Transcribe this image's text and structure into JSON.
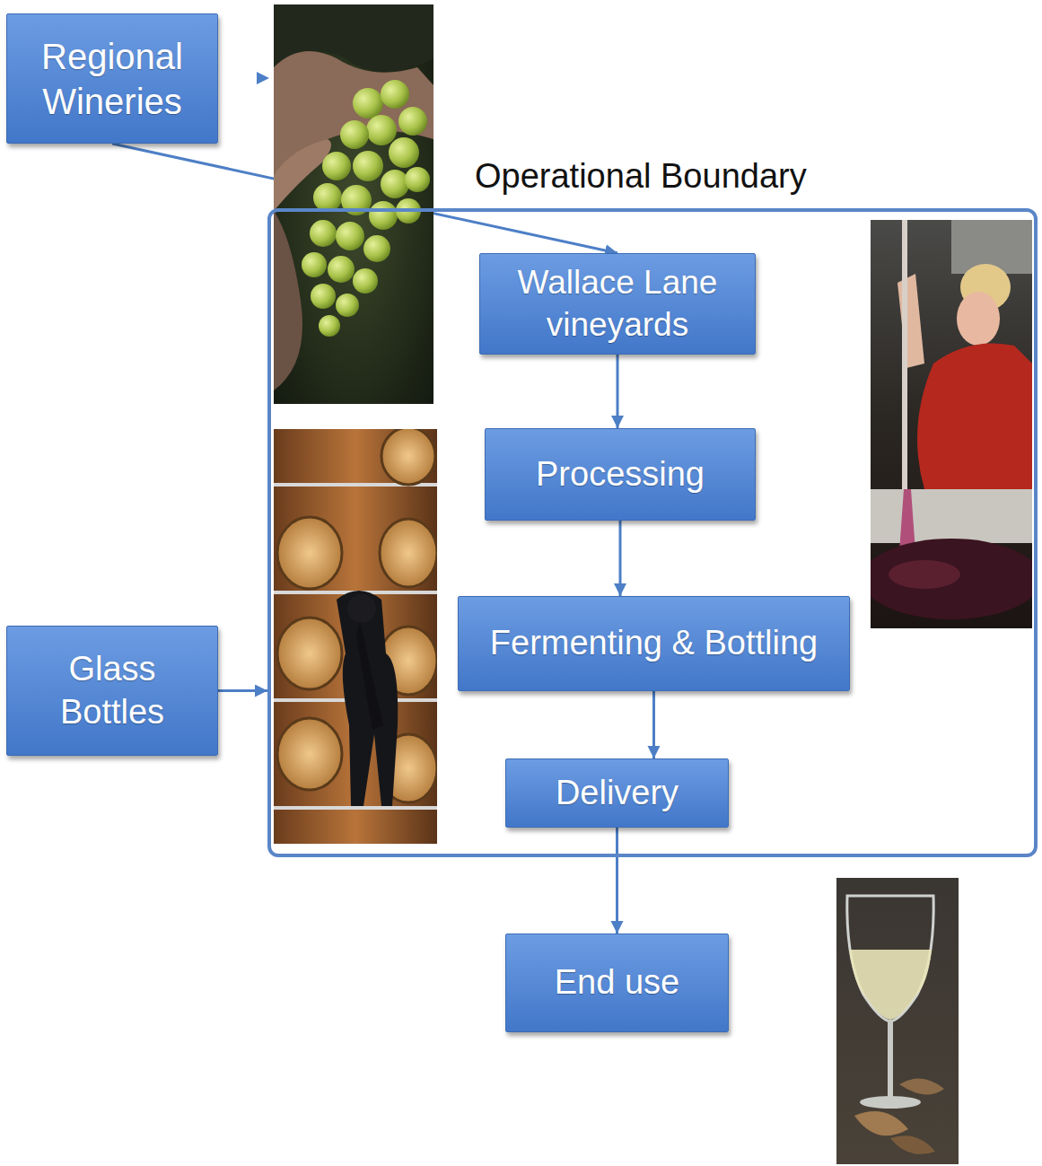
{
  "diagram": {
    "nodes": [
      {
        "text": [
          "Regional Wineries"
        ]
      },
      {
        "text": [
          "Operational Boundary"
        ]
      },
      {
        "text": [
          "Wallace Lane vineyards"
        ],
        "in": 1
      },
      {
        "text": [
          "Processing"
        ],
        "in": 1
      },
      {
        "text": [
          "Fermenting & Bottling"
        ],
        "in": 1
      },
      {
        "text": [
          "Delivery"
        ],
        "in": 1
      },
      {
        "text": [
          "Glass Bottles"
        ]
      },
      {
        "text": [
          "End use"
        ]
      }
    ],
    "edges": [
      {
        "from": 0,
        "to": 2,
        "arrow": "to"
      },
      {
        "from": 2,
        "to": 3,
        "arrow": "to"
      },
      {
        "from": 3,
        "to": 4,
        "arrow": "to"
      },
      {
        "from": 4,
        "to": 5,
        "arrow": "to"
      },
      {
        "from": 5,
        "to": 7,
        "arrow": "to"
      },
      {
        "from": 6,
        "to": 1,
        "arrow": "to"
      }
    ]
  }
}
